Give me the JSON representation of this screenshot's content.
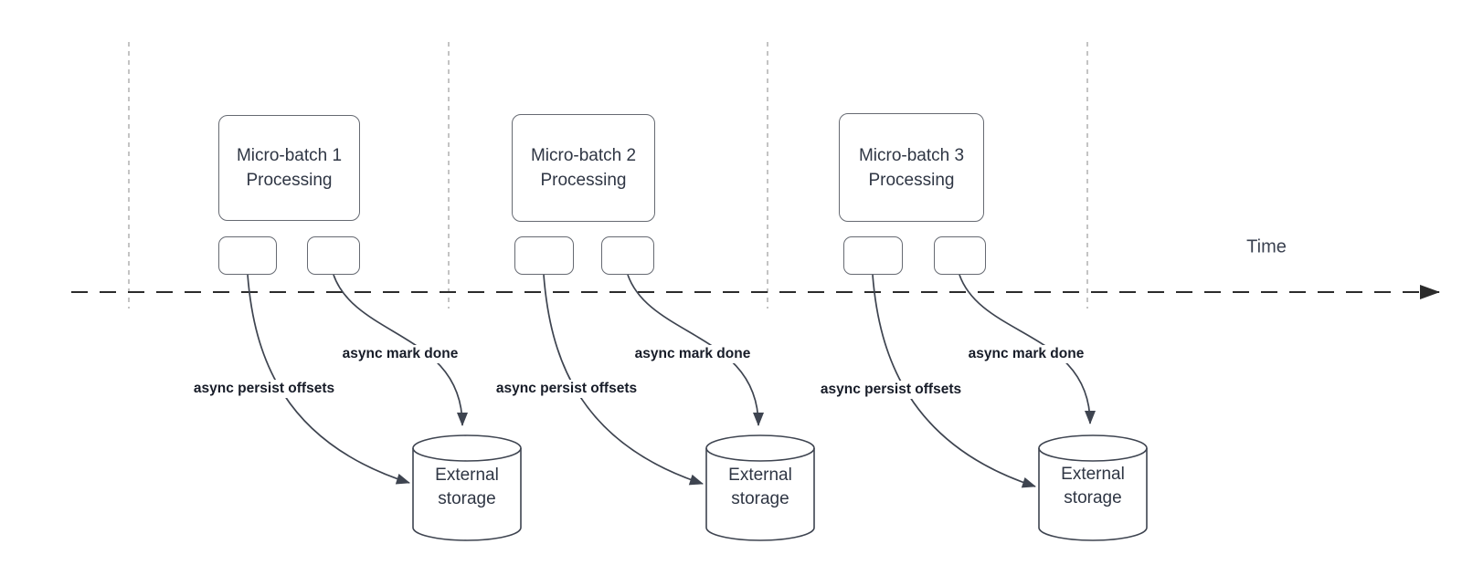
{
  "timeline": {
    "axis_label": "Time"
  },
  "groups": [
    {
      "box_label": "Micro-batch 1\nProcessing",
      "persist_label": "async persist offsets",
      "done_label": "async mark done",
      "storage_label": "External\nstorage"
    },
    {
      "box_label": "Micro-batch 2\nProcessing",
      "persist_label": "async persist offsets",
      "done_label": "async mark done",
      "storage_label": "External\nstorage"
    },
    {
      "box_label": "Micro-batch 3\nProcessing",
      "persist_label": "async persist offsets",
      "done_label": "async mark done",
      "storage_label": "External\nstorage"
    }
  ],
  "colors": {
    "shape_stroke": "#3e4450",
    "box_border": "#666a72",
    "guide_line": "#b5b5b5",
    "timeline_line": "#2b2b2b",
    "box_text": "#2f3644",
    "flow_label_text": "#171c28",
    "background": "#ffffff"
  }
}
